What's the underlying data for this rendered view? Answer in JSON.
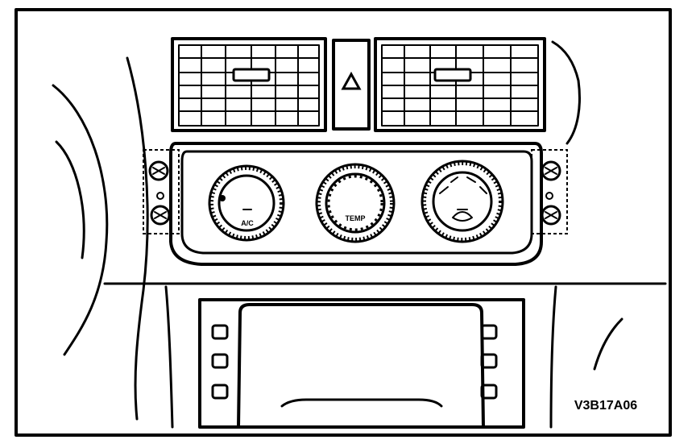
{
  "figure": {
    "id_label": "V3B17A06"
  },
  "hazard_button": {
    "icon": "warning-triangle-icon"
  },
  "knobs": {
    "left": {
      "label": "A/C"
    },
    "center": {
      "label": "TEMP"
    },
    "right": {
      "icon": "airflow-mode-icon"
    }
  },
  "colors": {
    "line": "#000000",
    "background": "#ffffff"
  }
}
